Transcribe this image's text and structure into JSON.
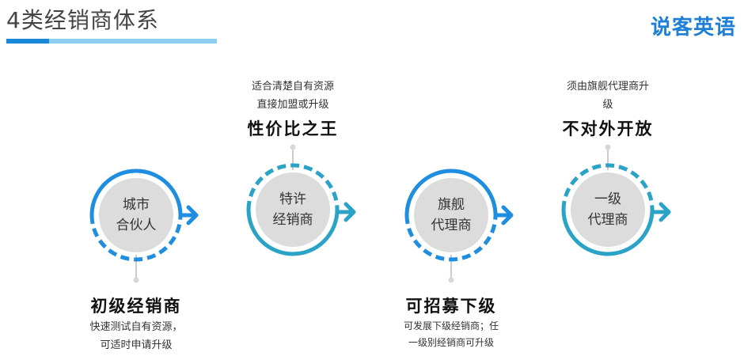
{
  "header": {
    "title": "4类经销商体系",
    "logo": "说客英语"
  },
  "colors": {
    "blue_primary": "#1f8ee0",
    "teal_primary": "#2aa3c7",
    "disc_fill": "#dcdcdc",
    "connector": "#cccccc",
    "title_bar_light": "#8fcdf0",
    "title_bar_accent": "#1a88d8"
  },
  "nodes": [
    {
      "line1": "城市",
      "line2": "合伙人",
      "heading": "初级经销商",
      "desc1": "快速测试自有资源，",
      "desc2": "可适时申请升级",
      "caption_position": "below"
    },
    {
      "line1": "特许",
      "line2": "经销商",
      "heading": "性价比之王",
      "desc1": "适合清楚自有资源",
      "desc2": "直接加盟或升级",
      "caption_position": "above"
    },
    {
      "line1": "旗舰",
      "line2": "代理商",
      "heading": "可招募下级",
      "desc1": "可发展下级经销商；任",
      "desc2": "一级别经销商可升级",
      "caption_position": "below"
    },
    {
      "line1": "一级",
      "line2": "代理商",
      "heading": "不对外开放",
      "desc1": "须由旗舰代理商升",
      "desc2": "级",
      "caption_position": "above"
    }
  ]
}
